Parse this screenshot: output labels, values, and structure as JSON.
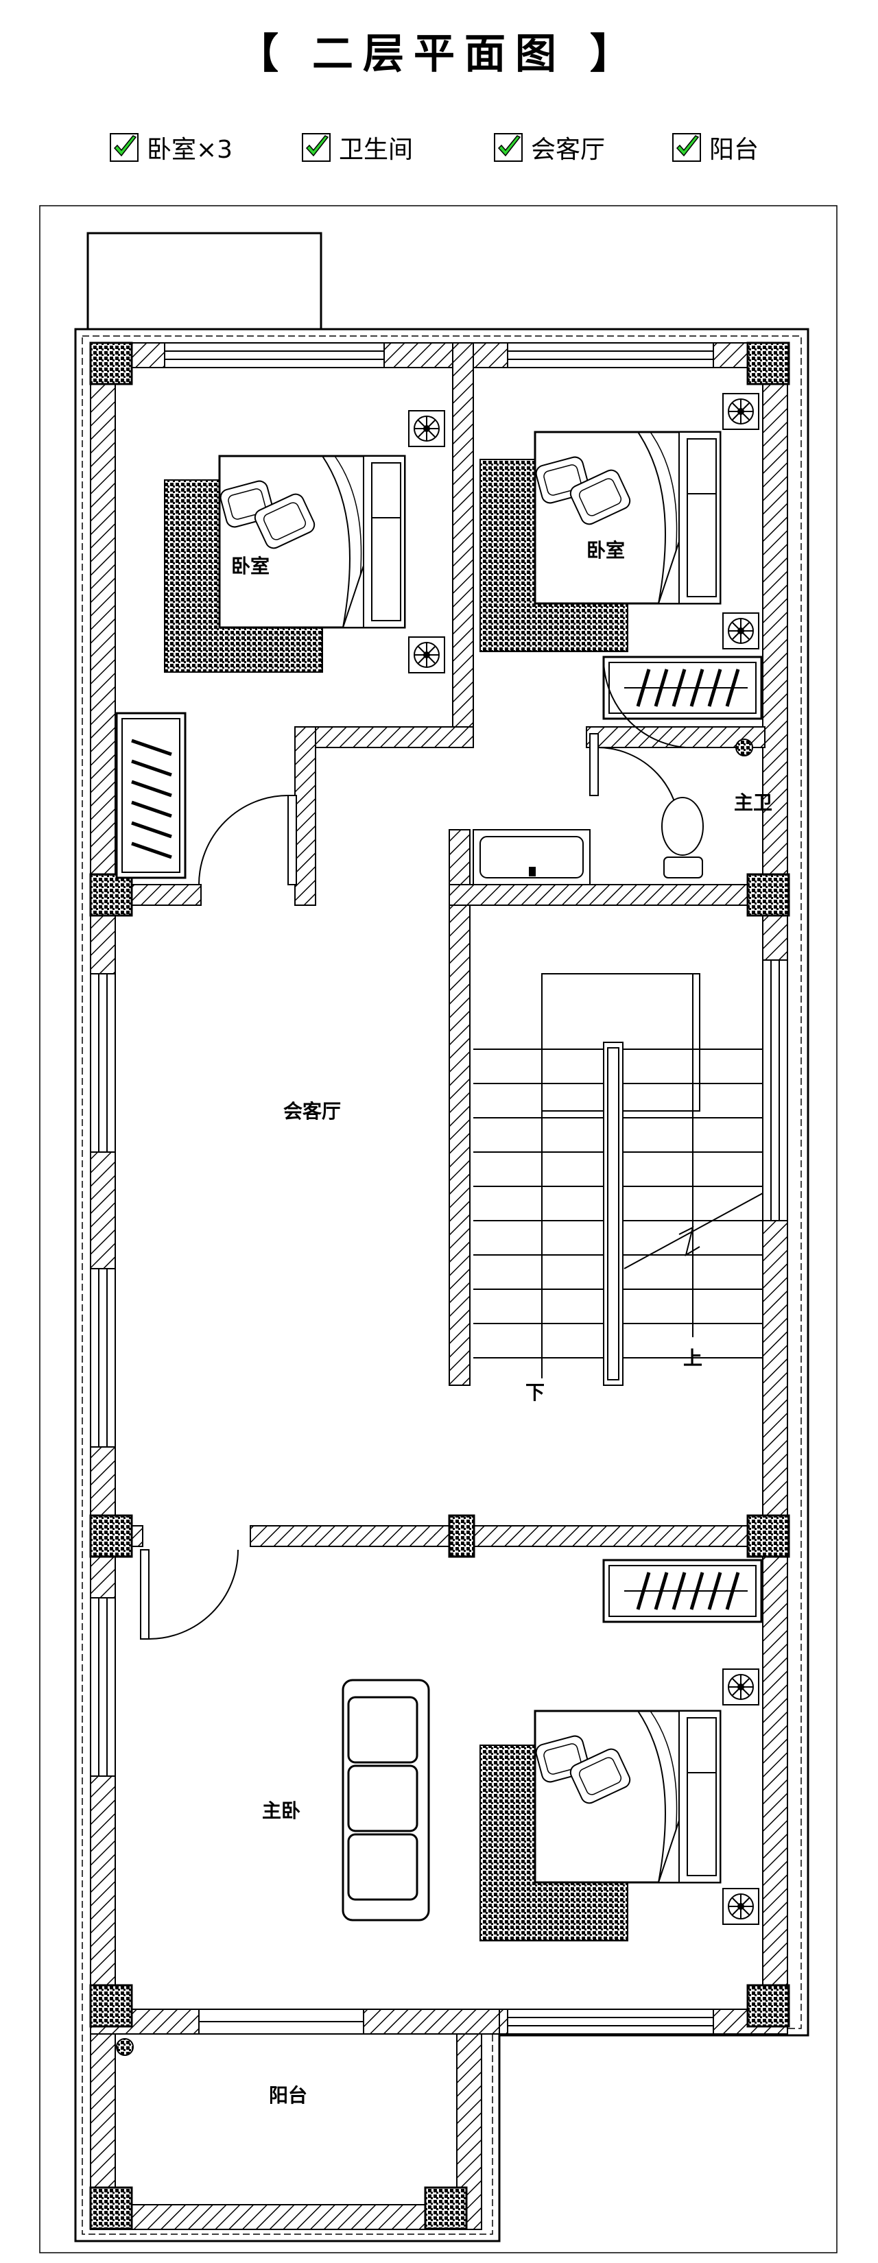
{
  "title": "【 二层平面图 】",
  "legend": [
    {
      "label": "卧室×3",
      "checked": true
    },
    {
      "label": "卫生间",
      "checked": true
    },
    {
      "label": "会客厅",
      "checked": true
    },
    {
      "label": "阳台",
      "checked": true
    }
  ],
  "colors": {
    "check_fill": "#2fd52f",
    "line": "#000000",
    "background": "#ffffff"
  },
  "rooms": {
    "bedroom_a": "卧室",
    "bedroom_b": "卧室",
    "master_bath": "主卫",
    "living_room": "会客厅",
    "master_bedroom": "主卧",
    "balcony": "阳台"
  },
  "stairs": {
    "down_label": "下",
    "up_label": "上"
  }
}
